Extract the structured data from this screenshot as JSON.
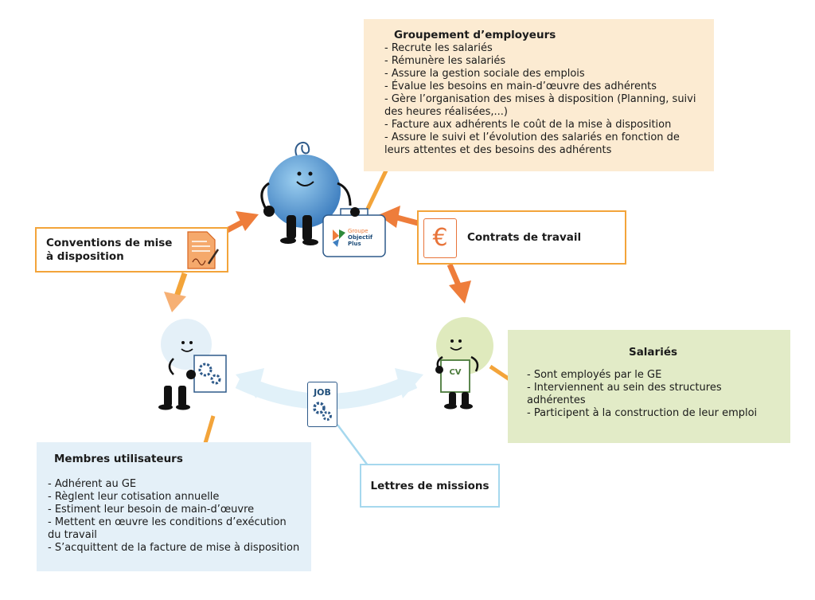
{
  "groupement": {
    "title": "Groupement d’employeurs",
    "items": [
      "- Recrute les salariés",
      "- Rémunère les salariés",
      "- Assure la gestion sociale des emplois",
      "- Évalue les besoins en main-d’œuvre des adhérents",
      "- Gère l’organisation des mises à disposition (Planning, suivi des heures réalisées,...)",
      "- Facture aux adhérents le coût de la mise à disposition",
      "- Assure le suivi et l’évolution des salariés en fonction de leurs attentes et des besoins des adhérents"
    ]
  },
  "conventions": {
    "label": "Conventions de mise à disposition"
  },
  "contrats": {
    "label": "Contrats de travail",
    "icon": "euro-icon",
    "symbol": "€"
  },
  "salaries": {
    "title": "Salariés",
    "items": [
      "- Sont employés par le GE",
      "- Interviennent au sein des structures adhérentes",
      "- Participent à la construction de leur emploi"
    ]
  },
  "membres": {
    "title": "Membres utilisateurs",
    "items": [
      "- Adhérent au GE",
      "- Règlent leur cotisation annuelle",
      "- Estiment leur besoin de main-d’œuvre",
      "- Mettent en œuvre les conditions d’exécution du travail",
      "- S’acquittent de la facture de mise à disposition"
    ]
  },
  "lettres": {
    "label": "Lettres de missions"
  },
  "job": {
    "label": "JOB"
  },
  "cv": {
    "label": "CV"
  },
  "logo": {
    "line1": "Groupe",
    "line2": "Objectif",
    "line3": "Plus"
  },
  "colors": {
    "orange": "#ee7d3b",
    "amber": "#f3a43a",
    "light_blue": "#a6d8ee",
    "dark_blue": "#2e5a8a",
    "green": "#4a7a3a"
  }
}
